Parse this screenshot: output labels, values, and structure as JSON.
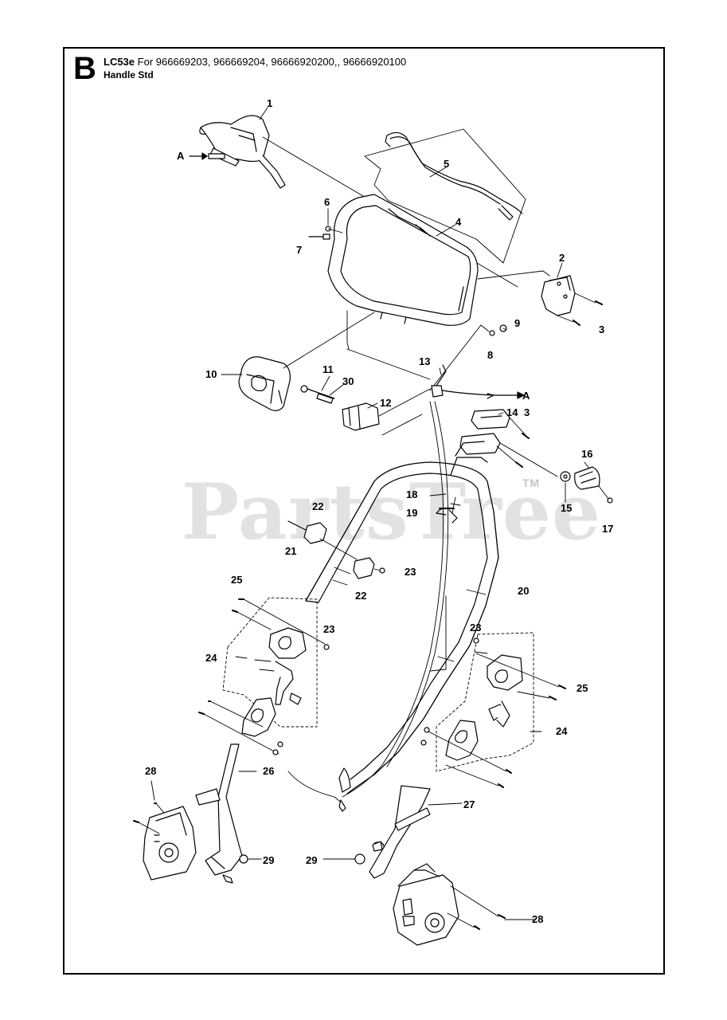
{
  "header": {
    "section_letter": "B",
    "model": "LC53e",
    "for_text": "For 966669203, 966669204, 96666920200,, 96666920100",
    "subtitle": "Handle Std"
  },
  "watermark": {
    "text": "PartsTree",
    "tm": "TM"
  },
  "callouts": {
    "p1": "1",
    "p2": "2",
    "p3a": "3",
    "p3b": "3",
    "p4": "4",
    "p5": "5",
    "p6": "6",
    "p7": "7",
    "p8": "8",
    "p9": "9",
    "p10": "10",
    "p11": "11",
    "p12": "12",
    "p13": "13",
    "p14": "14",
    "p15": "15",
    "p16": "16",
    "p17": "17",
    "p18": "18",
    "p19": "19",
    "p20": "20",
    "p21": "21",
    "p22a": "22",
    "p22b": "22",
    "p23a": "23",
    "p23b": "23",
    "p23c": "23",
    "p24a": "24",
    "p24b": "24",
    "p25a": "25",
    "p25b": "25",
    "p26": "26",
    "p27": "27",
    "p28a": "28",
    "p28b": "28",
    "p29a": "29",
    "p29b": "29",
    "p30": "30",
    "pA1": "A",
    "pA2": "A"
  }
}
